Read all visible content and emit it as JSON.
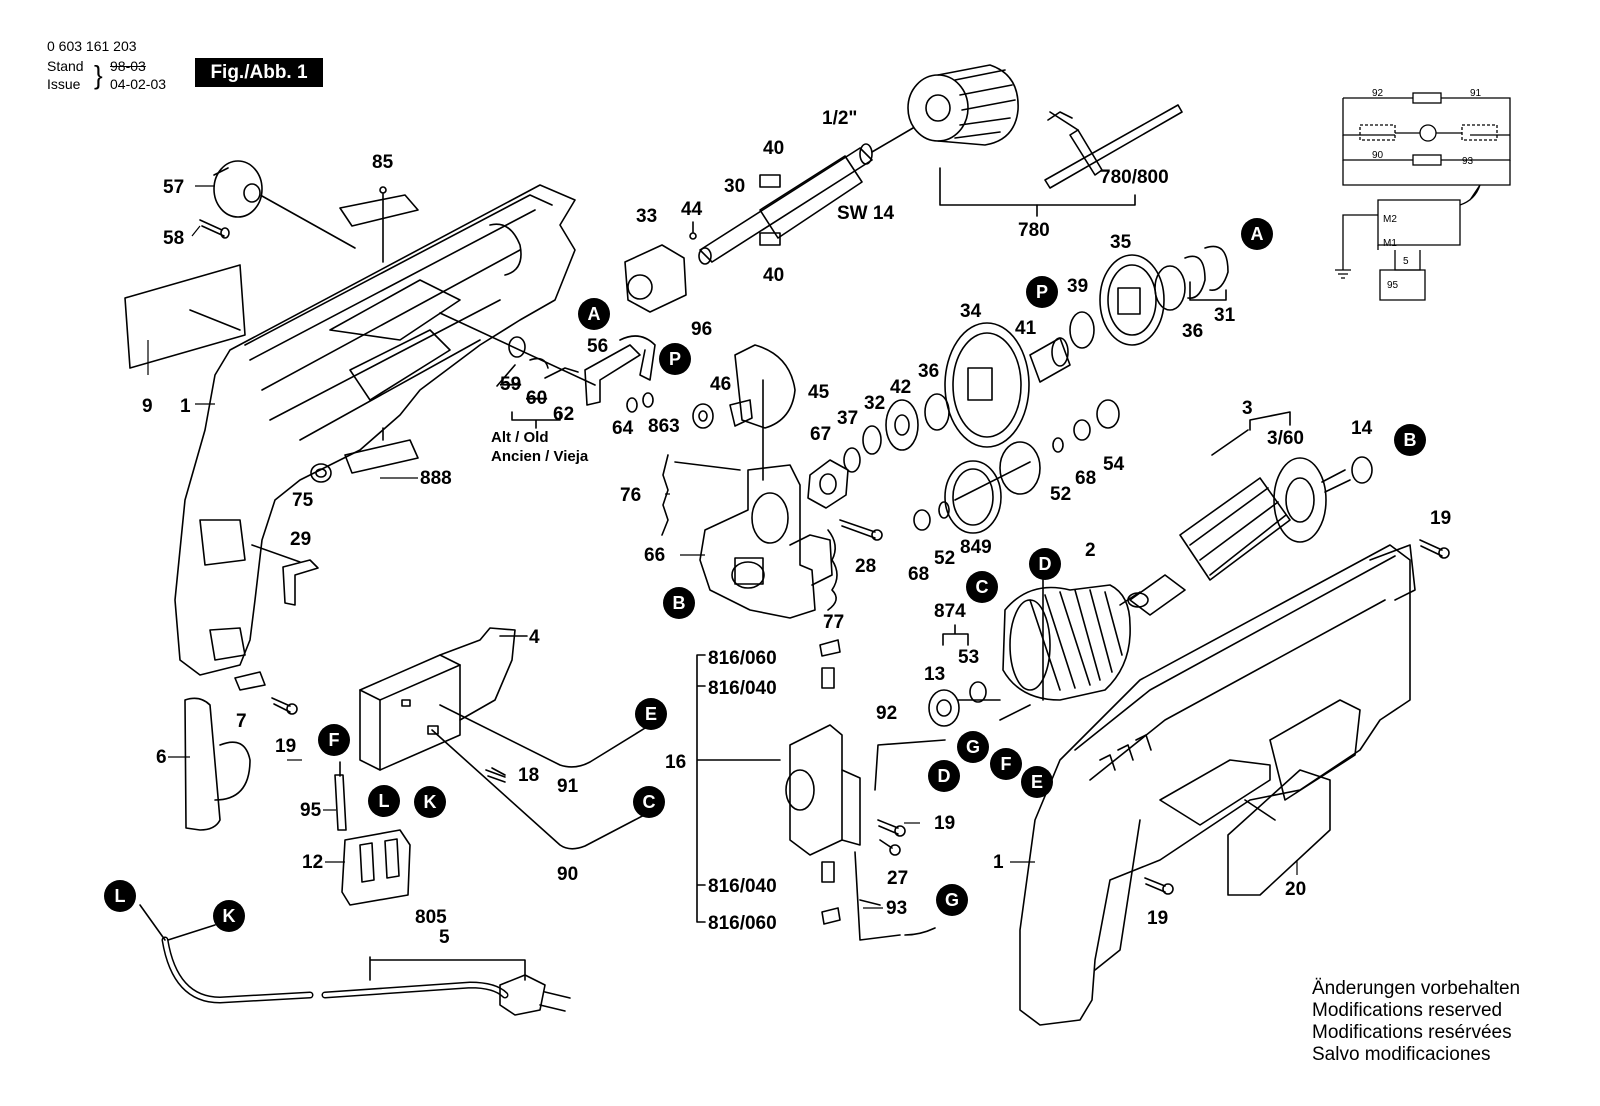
{
  "header": {
    "part_number": "0 603 161 203",
    "stand_label": "Stand",
    "stand_value": "98-03",
    "issue_label": "Issue",
    "issue_value": "04-02-03",
    "figure_badge": "Fig./Abb. 1"
  },
  "alt_note": {
    "line1": "Alt / Old",
    "line2": "Ancien / Vieja"
  },
  "part_labels": {
    "p1_left": "1",
    "p1_right": "1",
    "p2": "2",
    "p3": "3",
    "p3_60": "3/60",
    "p4": "4",
    "p5": "5",
    "p6": "6",
    "p7": "7",
    "p9": "9",
    "p12": "12",
    "p13": "13",
    "p14": "14",
    "p16": "16",
    "p18": "18",
    "p19_a": "19",
    "p19_b": "19",
    "p19_c": "19",
    "p19_d": "19",
    "p20": "20",
    "p27": "27",
    "p28": "28",
    "p29": "29",
    "p30": "30",
    "p31": "31",
    "p32": "32",
    "p33": "33",
    "p34": "34",
    "p35": "35",
    "p36_a": "36",
    "p36_b": "36",
    "p37": "37",
    "p39": "39",
    "p40_a": "40",
    "p40_b": "40",
    "p41": "41",
    "p42": "42",
    "p44": "44",
    "p45": "45",
    "p46": "46",
    "p52_a": "52",
    "p52_b": "52",
    "p53": "53",
    "p54": "54",
    "p56": "56",
    "p57": "57",
    "p58": "58",
    "p59": "59",
    "p60": "60",
    "p62": "62",
    "p64": "64",
    "p66": "66",
    "p67": "67",
    "p68_a": "68",
    "p68_b": "68",
    "p75": "75",
    "p76": "76",
    "p77": "77",
    "p85": "85",
    "p90": "90",
    "p91": "91",
    "p92": "92",
    "p93": "93",
    "p95": "95",
    "p96": "96",
    "p780": "780",
    "p780_800": "780/800",
    "p805": "805",
    "p816_060_a": "816/060",
    "p816_040_a": "816/040",
    "p816_040_b": "816/040",
    "p816_060_b": "816/060",
    "p849": "849",
    "p863": "863",
    "p874": "874",
    "p888": "888",
    "half_inch": "1/2\"",
    "sw14": "SW 14"
  },
  "callouts": {
    "A1": "A",
    "A2": "A",
    "P1": "P",
    "P2": "P",
    "B1": "B",
    "B2": "B",
    "C1": "C",
    "C2": "C",
    "D1": "D",
    "D2": "D",
    "E1": "E",
    "E2": "E",
    "F1": "F",
    "F2": "F",
    "G1": "G",
    "G2": "G",
    "L1": "L",
    "L2": "L",
    "K1": "K",
    "K2": "K"
  },
  "circuit": {
    "r92": "92",
    "r91": "91",
    "r90": "90",
    "r93": "93",
    "m1": "M1",
    "m2": "M2",
    "c95": "95",
    "c5": "5"
  },
  "footer": {
    "line1": "Änderungen vorbehalten",
    "line2": "Modifications reserved",
    "line3": "Modifications resérvées",
    "line4": "Salvo modificaciones"
  }
}
